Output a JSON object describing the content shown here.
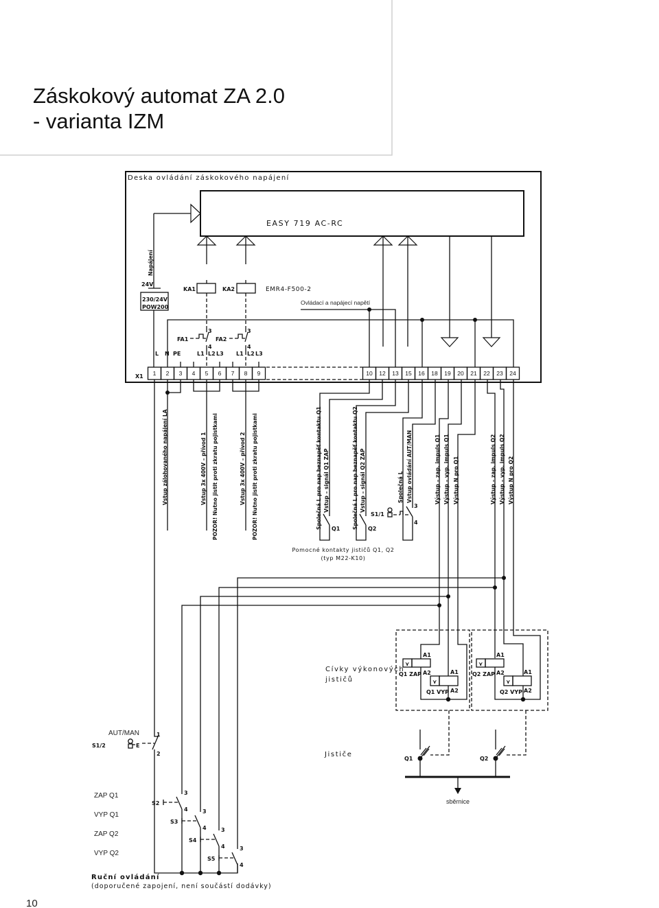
{
  "header": {
    "title_line1": "Záskokový automat ZA 2.0",
    "title_line2": "- varianta IZM"
  },
  "page_number": "10",
  "board": {
    "title": "Deska ovládání záskokového napájení",
    "plc": "EASY 719 AC-RC",
    "power_label": "Napájení",
    "v24": "24V",
    "psu_line1": "230/24V",
    "psu_line2": "POW200",
    "relay1": "KA1",
    "relay2": "KA2",
    "relay_type": "EMR4-F500-2",
    "control_voltage": "Ovládací a napájecí napětí",
    "fa1": "FA1",
    "fa2": "FA2",
    "pin3": "3",
    "pin4": "4",
    "L": "L",
    "N": "N",
    "PE": "PE",
    "L1": "L1",
    "L2": "L2",
    "L3": "L3"
  },
  "terminal_strip": {
    "label": "X1",
    "left": [
      "1",
      "2",
      "3",
      "4",
      "5",
      "6",
      "7",
      "8",
      "9"
    ],
    "right": [
      "10",
      "12",
      "13",
      "15",
      "16",
      "18",
      "19",
      "20",
      "21",
      "22",
      "23",
      "24"
    ]
  },
  "signals": {
    "backup_input": "Vstup zálohovaného napájení LA",
    "feed1": "Vstup 3x 400V – přívod 1",
    "feed1_warning": "POZOR! Nutno jistit proti zkratu pojistkami",
    "feed2": "Vstup 3x 400V – přívod 2",
    "feed2_warning": "POZOR! Nutno jistit proti zkratu pojistkami",
    "common_q1": "Společná L pro nap beznapěť kontaktu Q1",
    "signal_q1": "Vstup – signál Q1 ZAP",
    "common_q2": "Společná L pro nap beznapěť kontaktu Q2",
    "signal_q2": "Vstup – signál Q2 ZAP",
    "common_l": "Společná L",
    "autman_input": "Vstup ovládání AUT/MAN",
    "out_on_q1": "Výstup – zap. impuls Q1",
    "out_off_q1": "Výstup – vyp. impuls Q1",
    "out_n_q1": "Výstup N pro Q1",
    "out_on_q2": "Výstup – zap. impuls Q2",
    "out_off_q2": "Výstup – vyp. impuls Q2",
    "out_n_q2": "Výstup N pro Q2"
  },
  "aux_contacts": {
    "q1": "Q1",
    "q2": "Q2",
    "s1_1": "S1/1",
    "caption1": "Pomocné kontakty jističů Q1, Q2",
    "caption2": "(typ M22-K10)"
  },
  "coils": {
    "caption1": "Cívky výkonových",
    "caption2": "jističů",
    "a1": "A1",
    "a2": "A2",
    "q1_on": "Q1 ZAP",
    "q1_off": "Q1 VYP",
    "q2_on": "Q2 ZAP",
    "q2_off": "Q2 VYP",
    "coil_symbol": "⋎"
  },
  "breakers": {
    "caption": "Jističe",
    "q1": "Q1",
    "q2": "Q2",
    "busbar": "sběrnice"
  },
  "manual": {
    "autman": "AUT/MAN",
    "s1_2": "S1/2",
    "e": "E",
    "pin1": "1",
    "pin2": "2",
    "rows": [
      {
        "label": "ZAP Q1",
        "switch": "S2"
      },
      {
        "label": "VYP Q1",
        "switch": "S3"
      },
      {
        "label": "ZAP Q2",
        "switch": "S4"
      },
      {
        "label": "VYP Q2",
        "switch": "S5"
      }
    ],
    "caption1": "Ruční ovládání",
    "caption2": "(doporučené zapojení, není součástí dodávky)"
  }
}
